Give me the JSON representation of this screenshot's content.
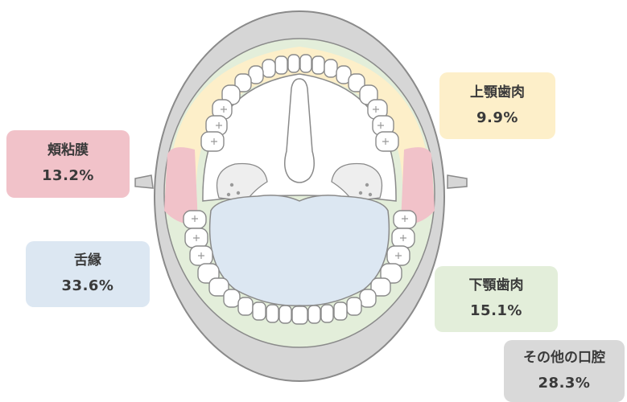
{
  "regions": {
    "upper_gingiva": {
      "label": "上顎歯肉",
      "percent": "9.9%",
      "color": "#fdefc9"
    },
    "buccal_mucosa": {
      "label": "頬粘膜",
      "percent": "13.2%",
      "color": "#f1c2c9"
    },
    "tongue_margin": {
      "label": "舌縁",
      "percent": "33.6%",
      "color": "#dce7f2"
    },
    "lower_gingiva": {
      "label": "下顎歯肉",
      "percent": "15.1%",
      "color": "#e3eeda"
    },
    "other_oral": {
      "label": "その他の口腔",
      "percent": "28.3%",
      "color": "#d9d9d9"
    }
  }
}
